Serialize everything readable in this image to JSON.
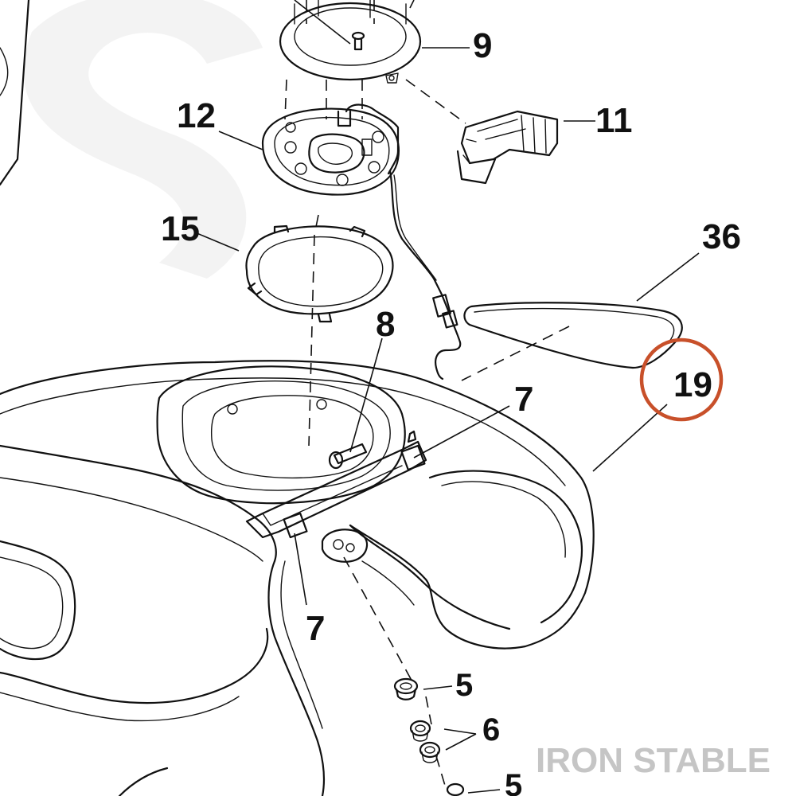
{
  "callouts": {
    "c9": "9",
    "c11": "11",
    "c12": "12",
    "c15": "15",
    "c36": "36",
    "c8": "8",
    "c19": "19",
    "c7a": "7",
    "c7b": "7",
    "c5a": "5",
    "c6": "6",
    "c5b": "5"
  },
  "watermark": {
    "brand": "IRON STABLE"
  },
  "highlight": {
    "target": "19",
    "color": "#c8502a"
  }
}
